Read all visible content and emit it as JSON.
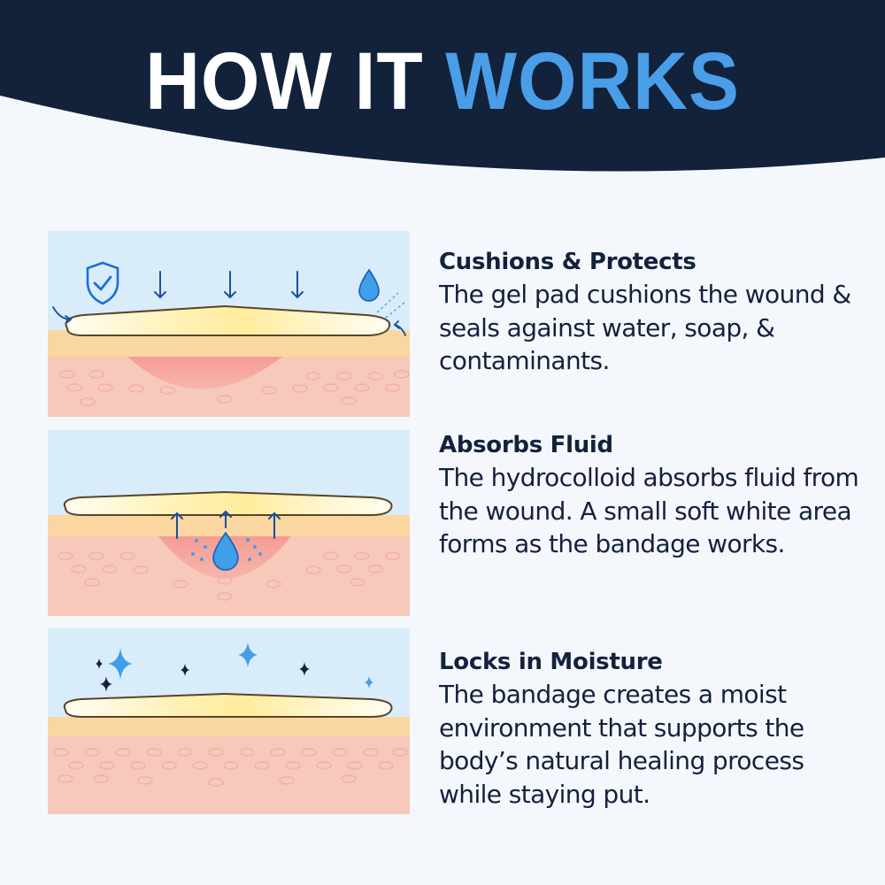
{
  "header": {
    "title_part1": "HOW IT",
    "title_part2": "WORKS"
  },
  "colors": {
    "navy": "#12223b",
    "accent": "#4a9ee8",
    "background": "#f4f8fc",
    "text": "#14213d"
  },
  "icons": {
    "panel1": [
      "shield-check-icon",
      "arrow-down-icon",
      "water-drop-icon",
      "curved-arrow-icon"
    ],
    "panel2": [
      "arrow-up-icon",
      "water-drop-icon"
    ],
    "panel3": [
      "sparkle-icon"
    ]
  },
  "features": [
    {
      "title": "Cushions & Protects",
      "desc": "The gel pad cushions the wound & seals against water, soap, & contaminants."
    },
    {
      "title": "Absorbs Fluid",
      "desc": "The hydrocolloid absorbs fluid from the wound. A small soft white area forms as the bandage works."
    },
    {
      "title": "Locks in Moisture",
      "desc": "The bandage creates a moist environment that supports the body’s natural healing process while staying put."
    }
  ]
}
